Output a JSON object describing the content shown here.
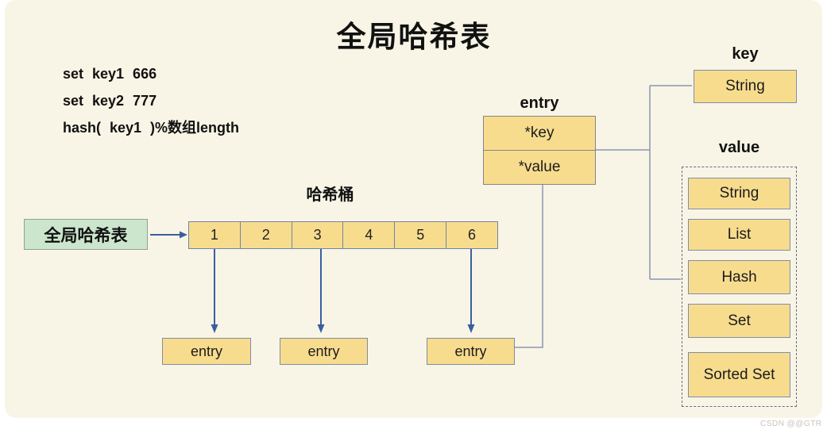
{
  "title": "全局哈希表",
  "commands": {
    "line1": "set key1 666",
    "line2": "set key2 777",
    "line3": "hash( key1 )%数组length"
  },
  "global_table": {
    "label": "全局哈希表"
  },
  "hash_bucket": {
    "label": "哈希桶",
    "cells": [
      "1",
      "2",
      "3",
      "4",
      "5",
      "6"
    ]
  },
  "entry_struct": {
    "label": "entry",
    "key_field": "*key",
    "value_field": "*value"
  },
  "chain": {
    "entry1": "entry",
    "entry2": "entry",
    "entry3": "entry"
  },
  "key_section": {
    "label": "key",
    "type": "String"
  },
  "value_section": {
    "label": "value",
    "types": [
      "String",
      "List",
      "Hash",
      "Set",
      "Sorted Set"
    ]
  },
  "watermark": "CSDN @@GTR",
  "colors": {
    "panel_bg": "#f9f5e6",
    "box_yellow": "#f8dc8e",
    "box_green": "#cbe6cc",
    "arrow_blue": "#3a5fa0",
    "connector_gray_blue": "#8796b0"
  }
}
